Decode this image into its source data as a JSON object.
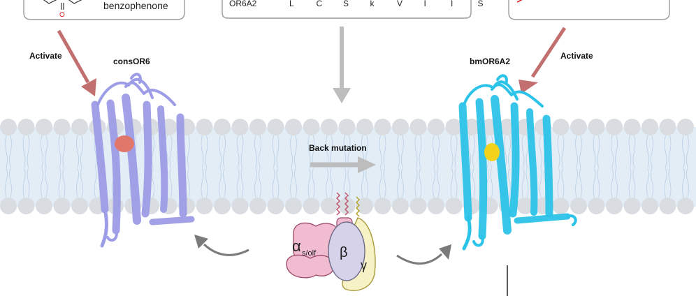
{
  "top_left_box": {
    "molecule_name": "benzophenone",
    "atom_label": "O"
  },
  "top_center_box": {
    "row_label": "OR6A2",
    "residues": [
      "L",
      "C",
      "S",
      "k",
      "V",
      "I",
      "I",
      "S"
    ]
  },
  "left_receptor": {
    "label": "consOR6",
    "arrow_label": "Activate"
  },
  "right_receptor": {
    "label": "bmOR6A2",
    "arrow_label": "Activate"
  },
  "center": {
    "mutation_label": "Back mutation"
  },
  "g_protein": {
    "alpha_symbol": "α",
    "alpha_subscript": "s/olf",
    "beta_symbol": "β",
    "gamma_symbol": "γ"
  },
  "colors": {
    "membrane_head": "#d9dde2",
    "membrane_tail": "#e3edf6",
    "consor6_helix": "#9d9ce6",
    "bmor6a2_helix": "#2cc3e8",
    "ligand_left": "#e0776a",
    "ligand_right": "#f2d21b",
    "activate_arrow": "#c2706f",
    "gray_arrow": "#bdbdbd",
    "curved_arrow": "#7a7a7a",
    "alpha_subunit": "#f2bcd0",
    "beta_subunit": "#d6d2ea",
    "gamma_subunit": "#f7f2c6"
  },
  "icons": [
    "activate-arrow",
    "mutation-arrow",
    "curved-arrow",
    "lipid-anchor"
  ]
}
